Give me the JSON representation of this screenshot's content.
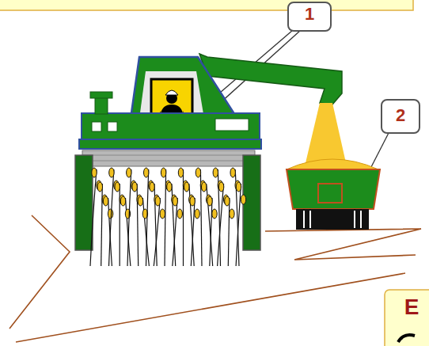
{
  "diagram": {
    "labels": [
      "1",
      "2",
      "E"
    ]
  }
}
